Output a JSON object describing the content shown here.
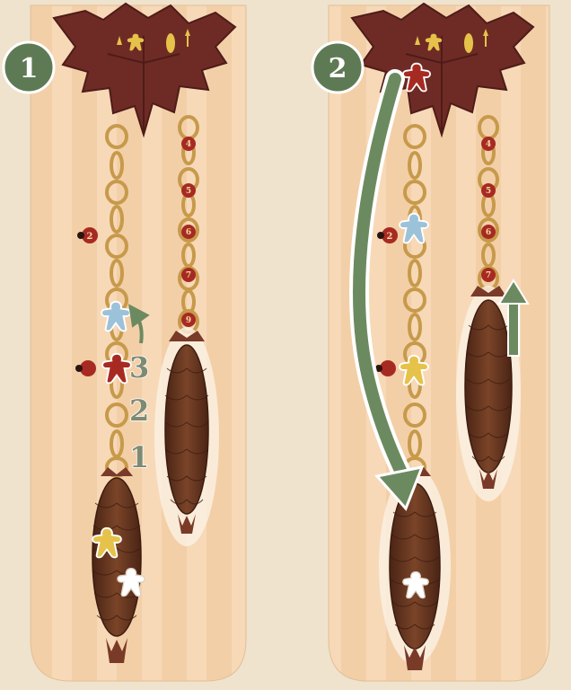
{
  "panels": [
    {
      "step": "1",
      "move_numbers": [
        "3",
        "2",
        "1"
      ],
      "left_chain_markers": [
        "2"
      ],
      "right_chain_markers": [
        "4",
        "5",
        "6",
        "7",
        "9"
      ],
      "description_tokens": {
        "blue_meeple": "on left chain",
        "red_meeple": "on left chain",
        "yellow_meeple": "on left pinecone",
        "white_meeple": "on left pinecone"
      }
    },
    {
      "step": "2",
      "left_chain_markers": [
        "2"
      ],
      "right_chain_markers": [
        "4",
        "5",
        "6",
        "7"
      ],
      "description_tokens": {
        "red_meeple": "on leaf",
        "blue_meeple": "on left chain",
        "yellow_meeple": "on left chain",
        "white_meeple": "on left pinecone"
      }
    }
  ],
  "colors": {
    "card_bg": "#f3cfa8",
    "stripe_light": "#f7dcbc",
    "leaf": "#6e2b25",
    "leaf_dark": "#4e1c18",
    "chain": "#c79a4b",
    "pinecone": "#6a3a22",
    "step_badge": "#5e7a55",
    "arrow": "#6c8a60",
    "meeple_red": "#a72a22",
    "meeple_blue": "#9cc2d9",
    "meeple_yellow": "#e6c24a",
    "meeple_white": "#ffffff",
    "number_text": "#7e8a72"
  },
  "icons": [
    "maple-leaf-icon",
    "chain-icon",
    "pinecone-icon",
    "meeple-icon",
    "ladybug-marker-icon",
    "arrow-icon"
  ]
}
